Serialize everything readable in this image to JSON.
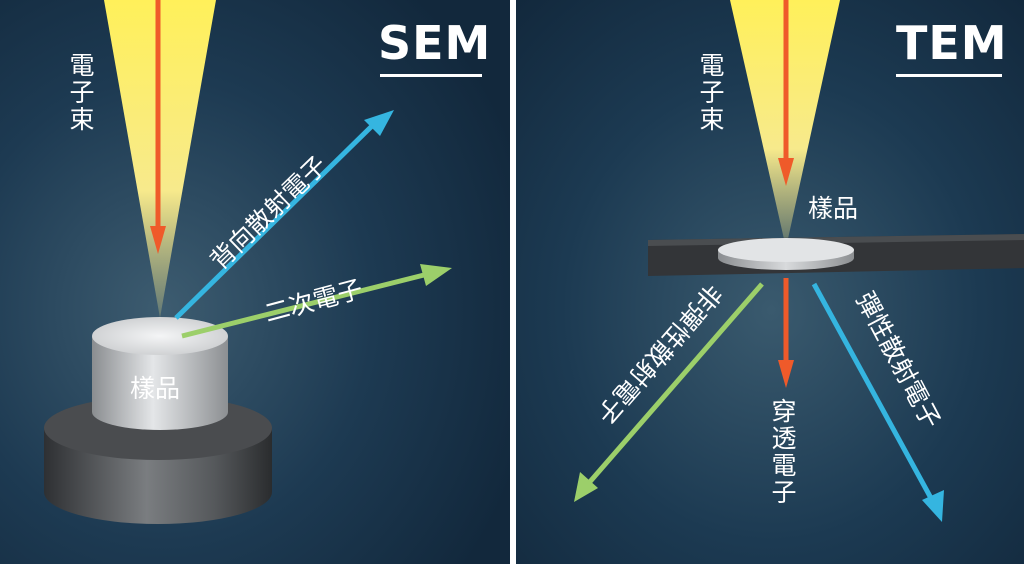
{
  "sem": {
    "title": "SEM",
    "labels": {
      "electron_beam": "電子束",
      "backscattered": "背向散射電子",
      "secondary": "二次電子",
      "sample": "樣品"
    }
  },
  "tem": {
    "title": "TEM",
    "labels": {
      "electron_beam": "電子束",
      "sample": "樣品",
      "inelastic": "非彈性散射電子",
      "transmitted": "穿透電子",
      "elastic": "彈性散射電子"
    }
  },
  "colors": {
    "background": "#143048",
    "beam": "#f7e84a",
    "beam_arrow": "#ef5a2a",
    "backscatter_arrow": "#35b5e0",
    "secondary_arrow": "#9ccf6a",
    "separator": "#ffffff"
  }
}
